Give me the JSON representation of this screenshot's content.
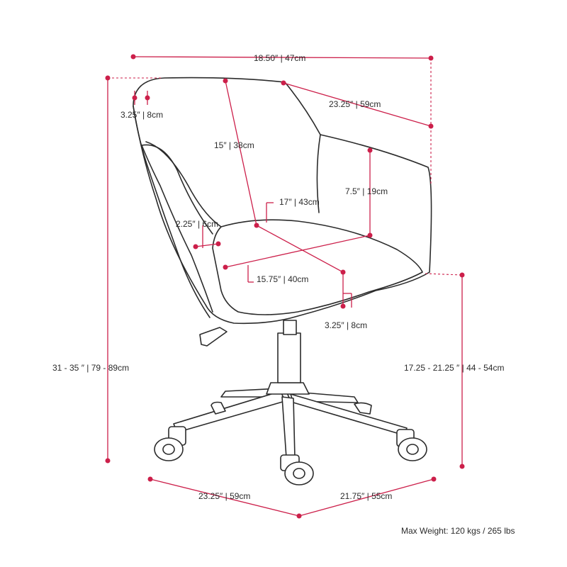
{
  "dimensions": {
    "overall_width": "18.50″ | 47cm",
    "arm_width": "3.25″ | 8cm",
    "overall_depth_top": "23.25″ | 59cm",
    "backrest_height": "15″ | 38cm",
    "arm_height": "7.5″ | 19cm",
    "seat_width": "17″ | 43cm",
    "back_cushion": "2.25″ | 6cm",
    "seat_depth": "15.75″ | 40cm",
    "seat_thickness": "3.25″ | 8cm",
    "overall_height": "31 - 35 ″ | 79 - 89cm",
    "seat_height": "17.25 - 21.25 ″ | 44 - 54cm",
    "base_width_left": "23.25″ | 59cm",
    "base_width_right": "21.75″ | 55cm"
  },
  "max_weight": "Max Weight: 120 kgs / 265 lbs",
  "colors": {
    "dimension": "#cc1f4a",
    "outline": "#2b2b2b"
  }
}
